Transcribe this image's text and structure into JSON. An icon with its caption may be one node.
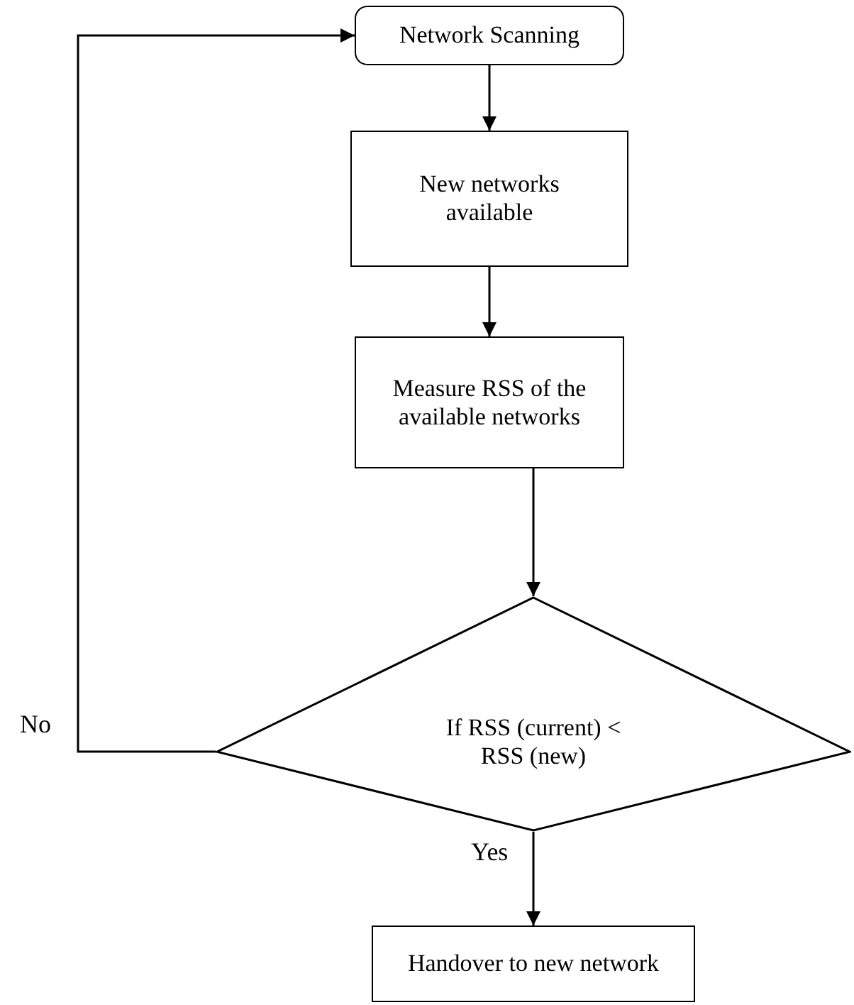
{
  "diagram": {
    "nodes": [
      {
        "text": [
          "Network Scanning"
        ]
      },
      {
        "text": [
          "New networks available"
        ]
      },
      {
        "text": [
          "Measure RSS of the available networks"
        ]
      },
      {
        "text": [
          "If RSS (current) < RSS (new)"
        ]
      },
      {
        "text": [
          "Handover to new network"
        ]
      }
    ],
    "edges": [
      {
        "from": 0,
        "to": 1,
        "arrow": "to"
      },
      {
        "from": 1,
        "to": 2,
        "arrow": "to"
      },
      {
        "from": 2,
        "to": 3,
        "arrow": "to"
      },
      {
        "from": 3,
        "to": 4,
        "arrow": "to",
        "label": "Yes"
      },
      {
        "from": 3,
        "to": 0,
        "arrow": "to",
        "label": "No"
      }
    ]
  }
}
